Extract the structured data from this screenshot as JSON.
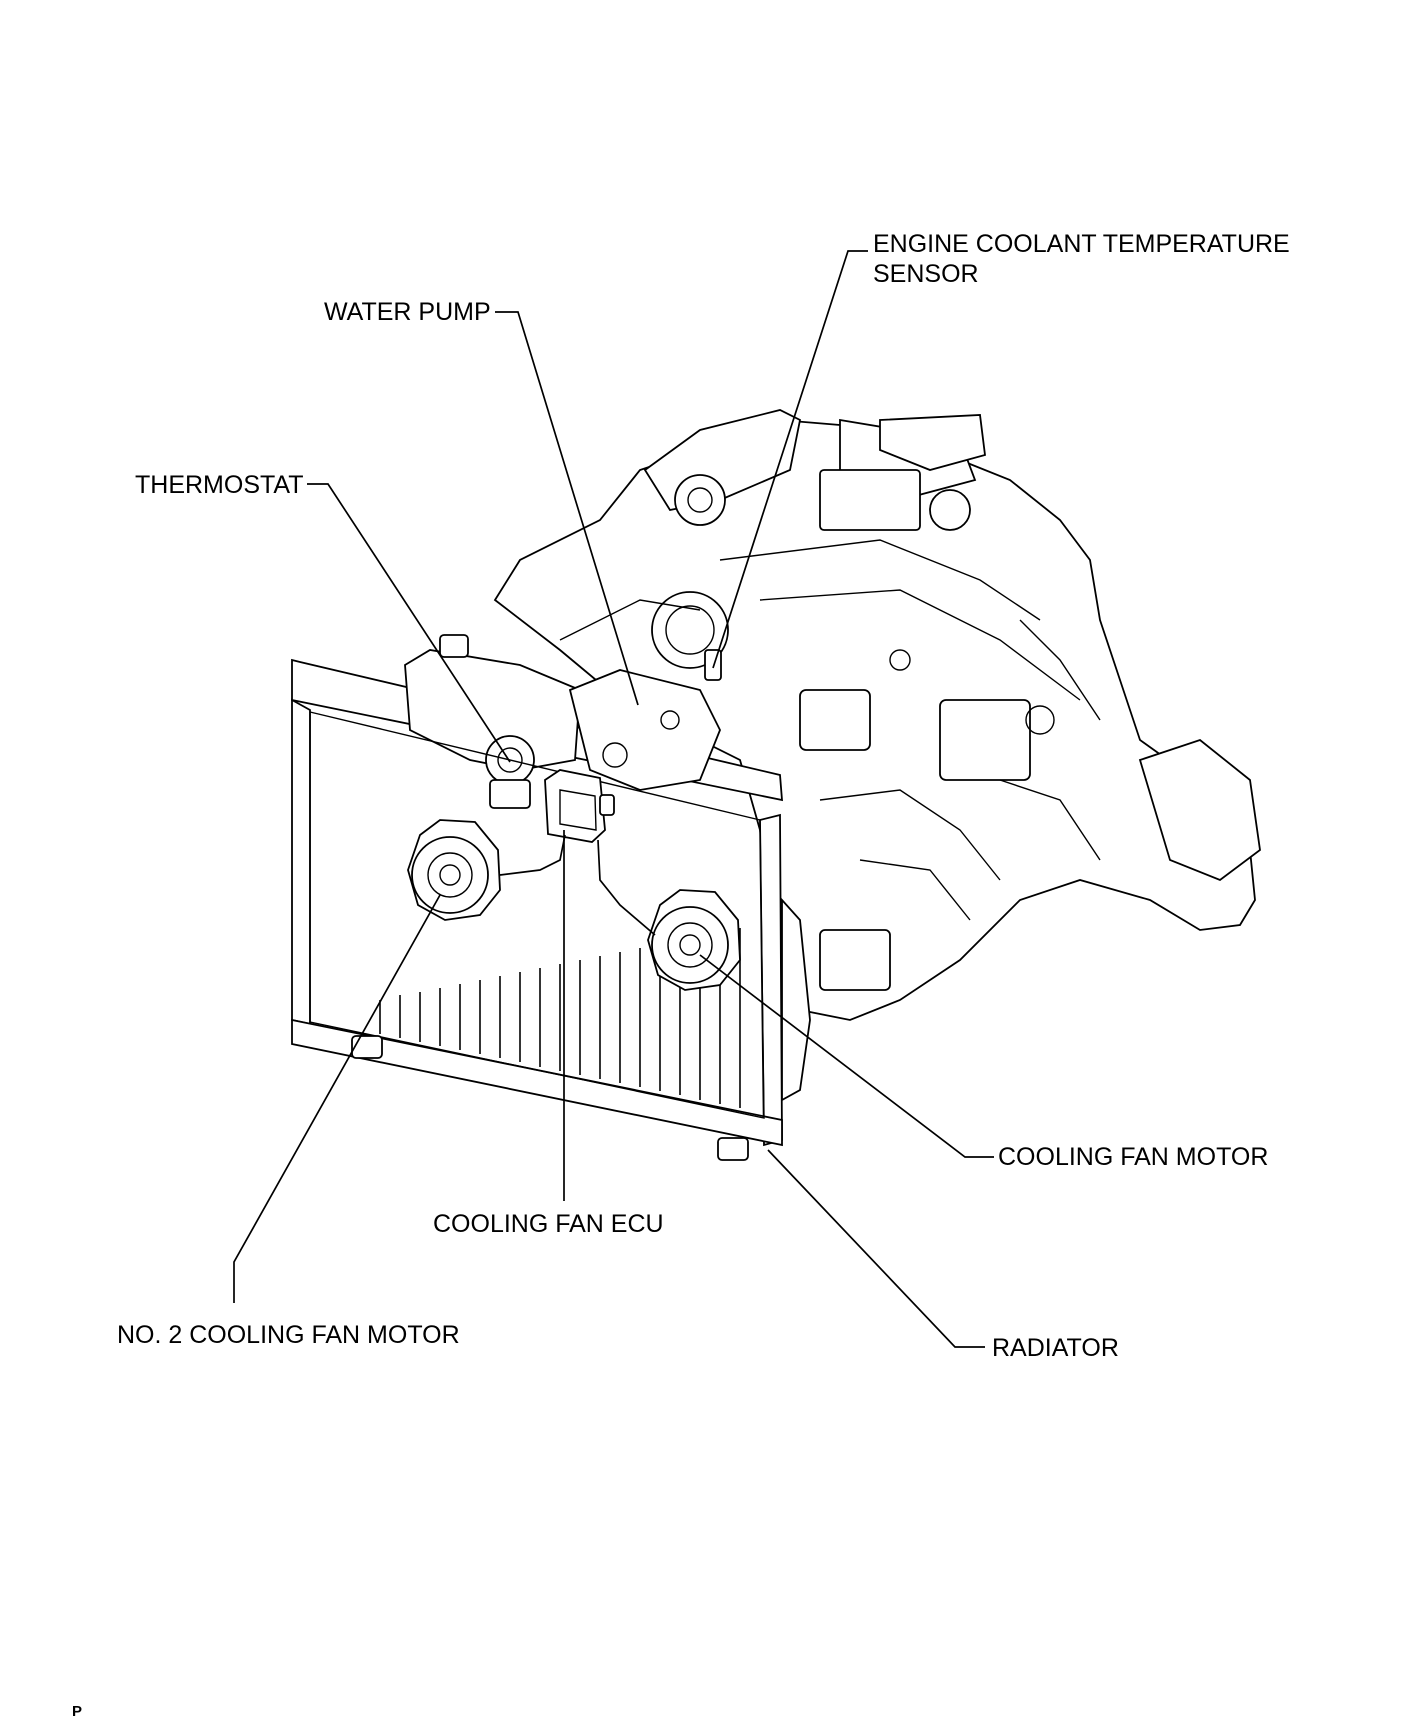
{
  "labels": {
    "ect_sensor": "ENGINE COOLANT TEMPERATURE SENSOR",
    "water_pump": "WATER PUMP",
    "thermostat": "THERMOSTAT",
    "cooling_fan_motor": "COOLING FAN MOTOR",
    "cooling_fan_ecu": "COOLING FAN ECU",
    "no2_cooling_fan_motor": "NO. 2 COOLING FAN MOTOR",
    "radiator": "RADIATOR"
  },
  "page_code": "P"
}
